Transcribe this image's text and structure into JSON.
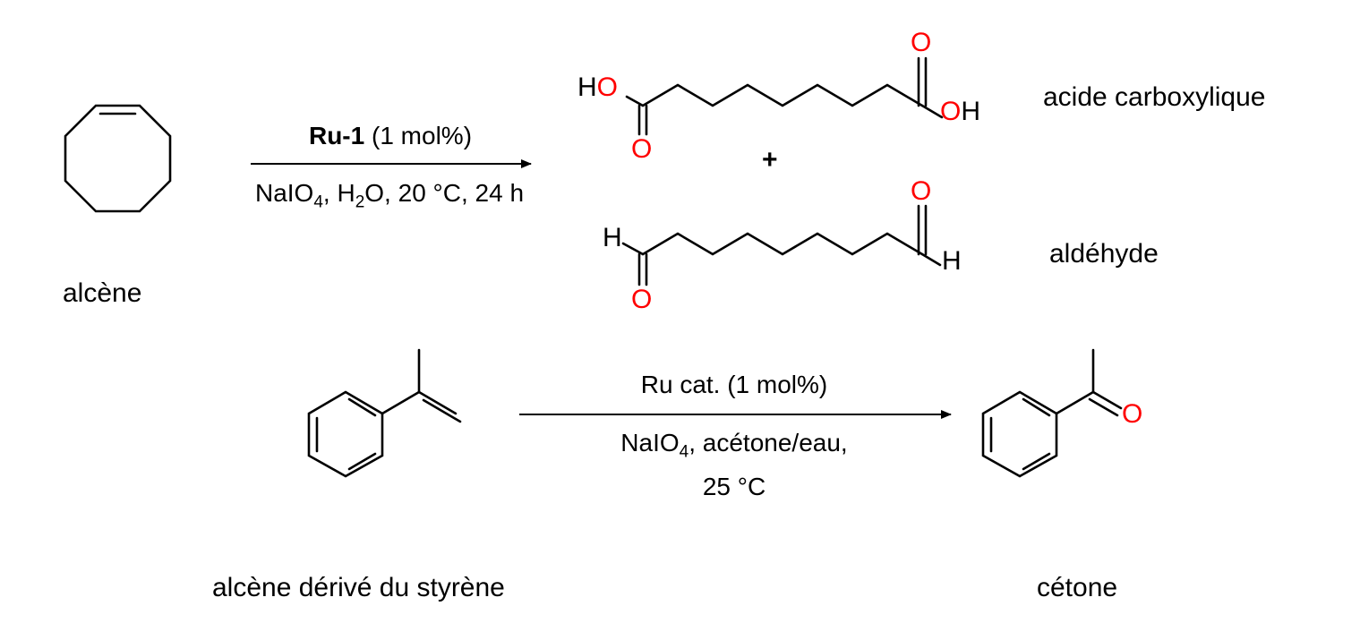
{
  "reaction1": {
    "reagent_bold": "Ru-1",
    "reagent_rest": " (1 mol%)",
    "conditions_prefix": "NaIO",
    "sub4": "4",
    "conditions_mid": ", H",
    "sub2": "2",
    "conditions_suffix": "O, 20 °C, 24 h",
    "substrate_label": "alcène",
    "plus": "+",
    "product1_label": "acide carboxylique",
    "product2_label": "aldéhyde"
  },
  "reaction2": {
    "reagent": "Ru cat. (1 mol%)",
    "conditions_prefix": "NaIO",
    "sub4": "4",
    "conditions_suffix": ", acétone/eau,",
    "conditions_line2": "25 °C",
    "substrate_label": "alcène dérivé du styrène",
    "product_label": "cétone"
  },
  "atoms": {
    "HO": "HO",
    "O": "O",
    "OH": "OH",
    "H": "H"
  },
  "colors": {
    "heteroatom": "#ff0000",
    "bond": "#000000"
  }
}
